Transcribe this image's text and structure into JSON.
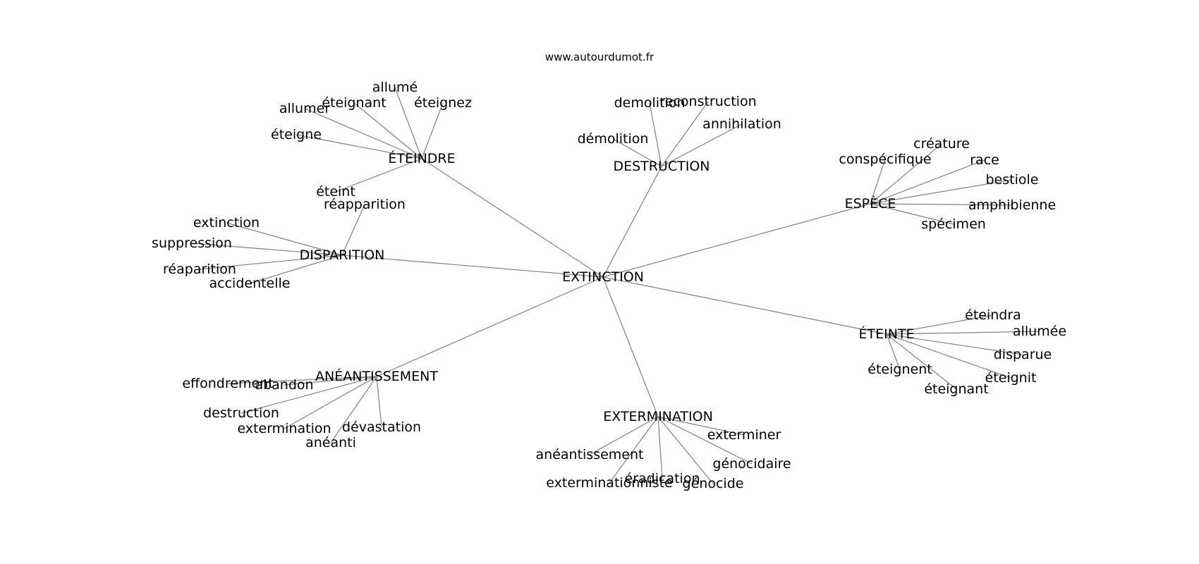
{
  "source": "www.autourdumot.fr",
  "center": "EXTINCTION",
  "groups": [
    {
      "label": "ÉTEINDRE",
      "children": [
        "allumé",
        "éteignant",
        "éteignez",
        "allumer",
        "éteigne",
        "éteint"
      ]
    },
    {
      "label": "DESTRUCTION",
      "children": [
        "demolition",
        "reconstruction",
        "annihilation",
        "démolition"
      ]
    },
    {
      "label": "ESPÈCE",
      "children": [
        "créature",
        "conspécifique",
        "race",
        "bestiole",
        "amphibienne",
        "spécimen"
      ]
    },
    {
      "label": "DISPARITION",
      "children": [
        "réapparition",
        "extinction",
        "suppression",
        "réaparition",
        "accidentelle"
      ]
    },
    {
      "label": "ÉTEINTE",
      "children": [
        "éteindra",
        "allumée",
        "disparue",
        "éteignit",
        "éteignent",
        "éteignant"
      ]
    },
    {
      "label": "ANÉANTISSEMENT",
      "children": [
        "effondrement",
        "abandon",
        "destruction",
        "extermination",
        "dévastation",
        "anéanti"
      ]
    },
    {
      "label": "EXTERMINATION",
      "children": [
        "exterminer",
        "anéantissement",
        "génocidaire",
        "éradication",
        "exterminationniste",
        "génocide"
      ]
    }
  ]
}
